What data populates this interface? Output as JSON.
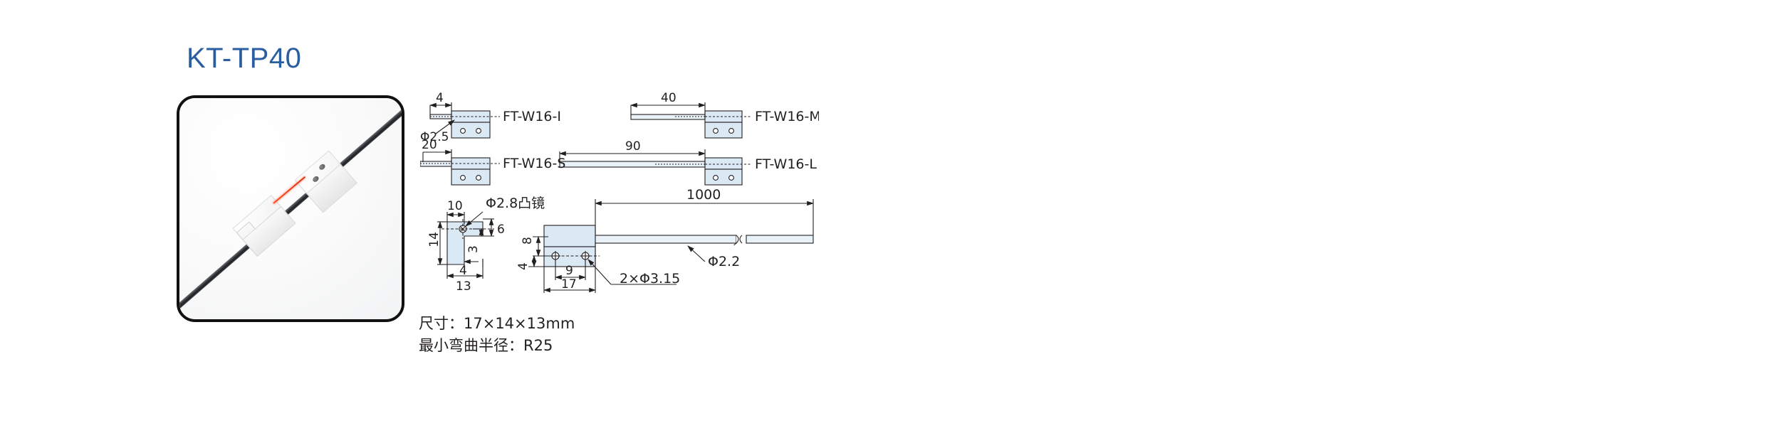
{
  "product": {
    "title": "KT-TP40",
    "title_color": "#2b5ea0"
  },
  "photo": {
    "caption": "",
    "alt_name": "fiber-optic-through-beam-sensor-photo"
  },
  "drawing": {
    "variants": [
      {
        "code": "FT-W16-I",
        "dimension": "4",
        "row": "top-left"
      },
      {
        "code": "FT-W16-M",
        "dimension": "40",
        "row": "top-right"
      },
      {
        "code": "FT-W16-S",
        "dimension": "20",
        "row": "bottom-left"
      },
      {
        "code": "FT-W16-L",
        "dimension": "90",
        "row": "bottom-right"
      }
    ],
    "lens_callout": "Φ2.5",
    "side_view": {
      "lens_note": "Φ2.8凸镜",
      "height": "14",
      "width_top": "10",
      "width_total": "13",
      "notch": "4",
      "hole_from_top": "6",
      "hole_offset": "3"
    },
    "front_view": {
      "body_width": "17",
      "hole_pitch": "9",
      "hole_from_top": "8",
      "hole_from_bottom": "4",
      "hole_callout": "2×Φ3.15"
    },
    "cable": {
      "length": "1000",
      "diameter": "Φ2.2"
    },
    "colors": {
      "body_fill": "#dbe9f4",
      "line": "#231f20",
      "cable_fill": "#e9f2f9"
    }
  },
  "specs": {
    "size_line": "尺寸：17×14×13mm",
    "bend_line": "最小弯曲半径：R25"
  }
}
